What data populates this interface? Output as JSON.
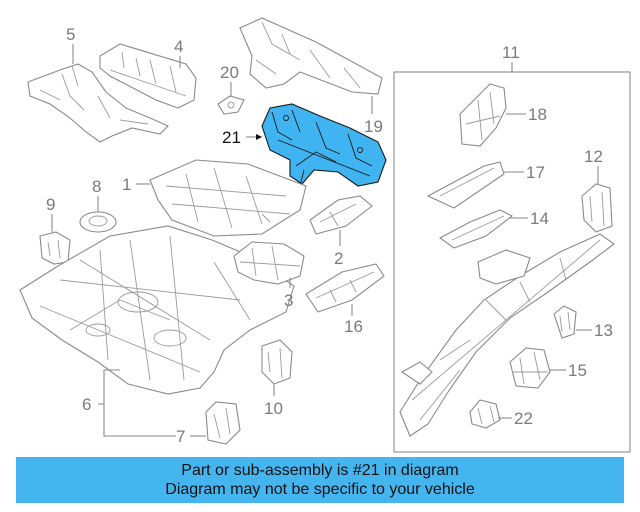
{
  "diagram": {
    "highlight_color": "#3fb4f0",
    "callouts": {
      "c1": "1",
      "c2": "2",
      "c3": "3",
      "c4": "4",
      "c5": "5",
      "c6": "6",
      "c7": "7",
      "c8": "8",
      "c9": "9",
      "c10": "10",
      "c11": "11",
      "c12": "12",
      "c13": "13",
      "c14": "14",
      "c15": "15",
      "c16": "16",
      "c17": "17",
      "c18": "18",
      "c19": "19",
      "c20": "20",
      "c21": "21",
      "c22": "22"
    }
  },
  "banner": {
    "line1": "Part or sub-assembly is #21 in diagram",
    "line2": "Diagram may not be specific to your vehicle",
    "color": "#45b5ef"
  }
}
